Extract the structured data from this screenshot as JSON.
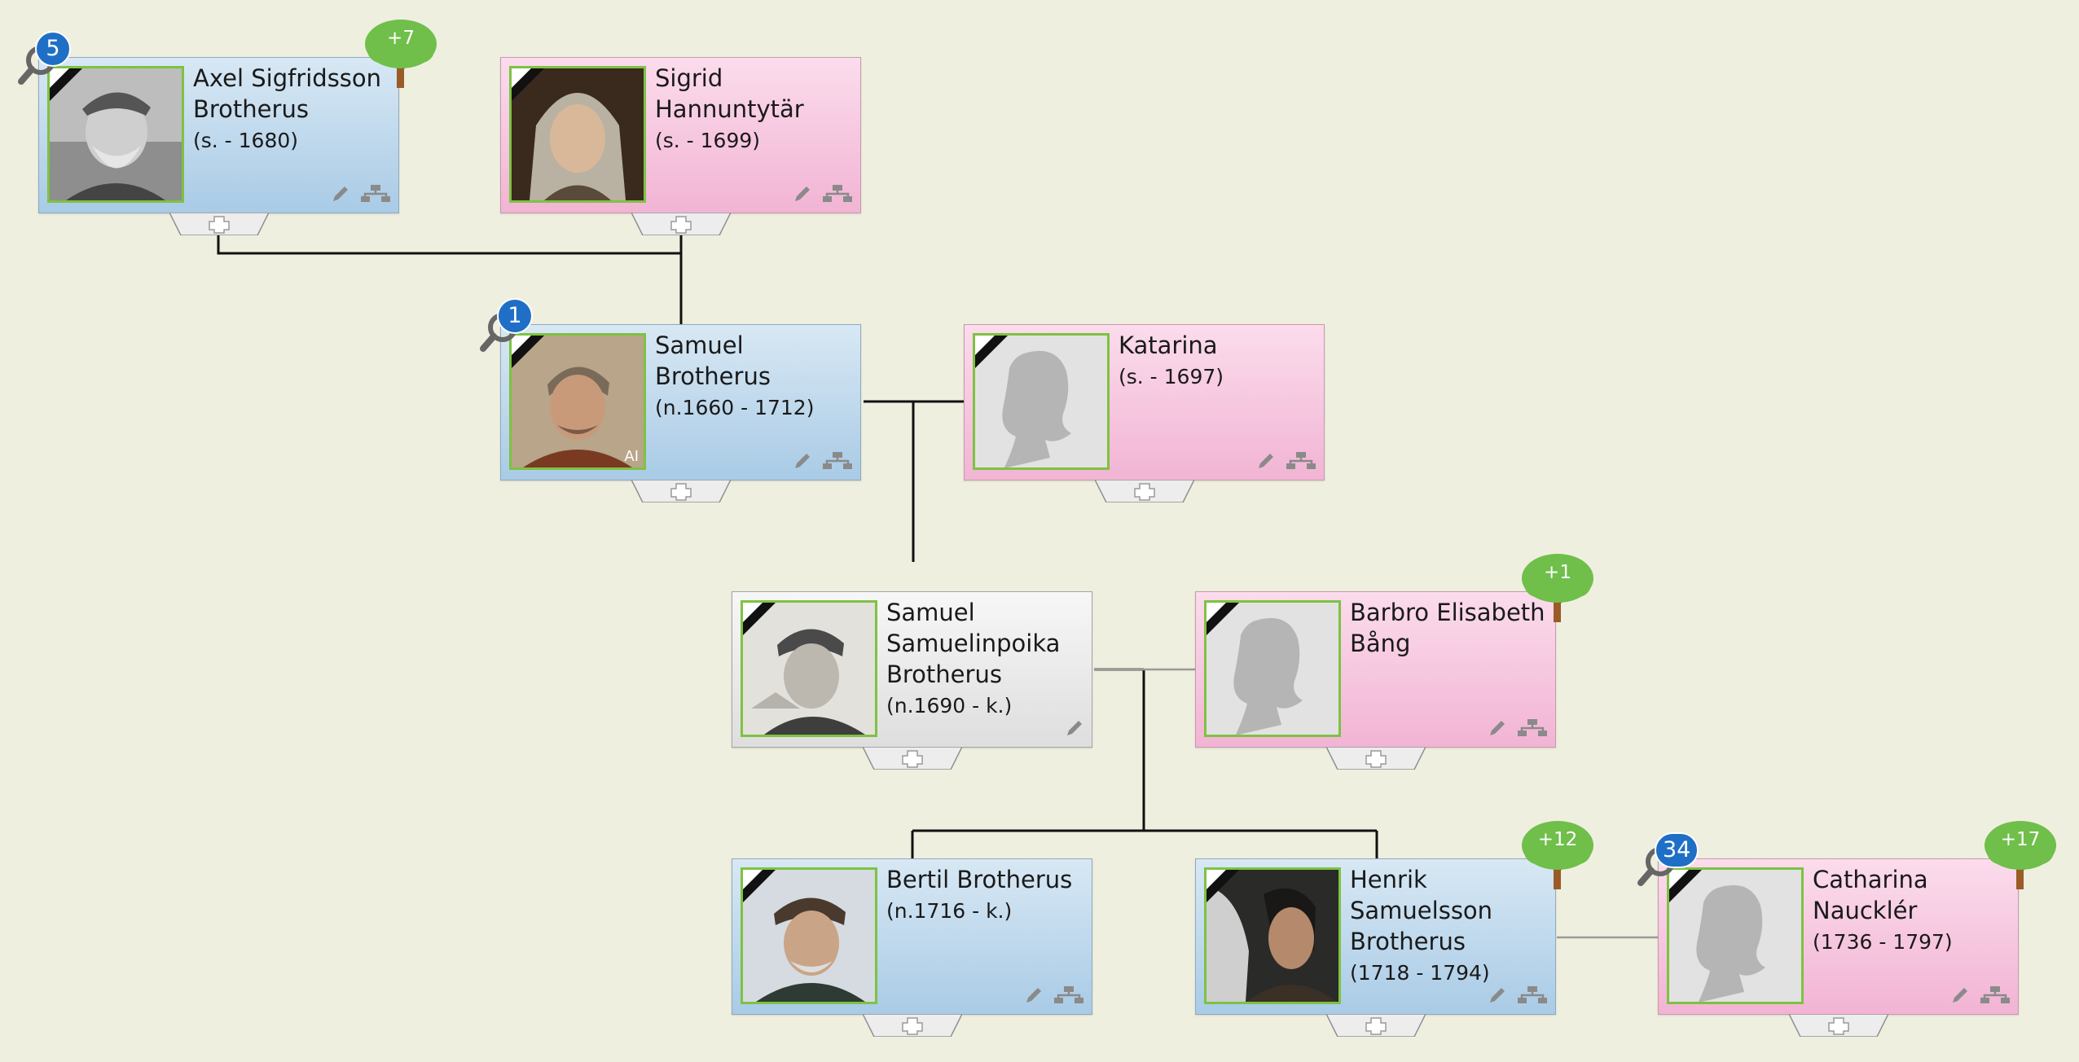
{
  "people": [
    {
      "id": "axel",
      "name_lines": [
        "Axel Sigfridsson",
        "Brotherus"
      ],
      "dates": "(s. - 1680)",
      "search_count": "5",
      "tree_count": "+7"
    },
    {
      "id": "sigrid",
      "name_lines": [
        "Sigrid",
        "Hannuntytär"
      ],
      "dates": "(s. - 1699)"
    },
    {
      "id": "samuel",
      "name_lines": [
        "Samuel",
        "Brotherus"
      ],
      "dates": "(n.1660 - 1712)",
      "search_count": "1",
      "ai_label": "AI"
    },
    {
      "id": "katarina",
      "name_lines": [
        "Katarina"
      ],
      "dates": "(s. - 1697)"
    },
    {
      "id": "samuel2",
      "name_lines": [
        "Samuel",
        "Samuelinpoika",
        "Brotherus"
      ],
      "dates": "(n.1690 -  k.)"
    },
    {
      "id": "barbro",
      "name_lines": [
        "Barbro Elisabeth",
        "Bång"
      ],
      "dates": "",
      "tree_count": "+1"
    },
    {
      "id": "bertil",
      "name_lines": [
        "Bertil Brotherus"
      ],
      "dates": "(n.1716 -  k.)"
    },
    {
      "id": "henrik",
      "name_lines": [
        "Henrik",
        "Samuelsson",
        "Brotherus"
      ],
      "dates": "(1718 - 1794)",
      "tree_count": "+12"
    },
    {
      "id": "catharina",
      "name_lines": [
        "Catharina",
        "Naucklér"
      ],
      "dates": "(1736 - 1797)",
      "search_count": "34",
      "tree_count": "+17"
    }
  ],
  "icons": {
    "edit": "pencil-icon",
    "tree": "family-tree-icon",
    "add": "plus-icon",
    "search": "magnifier-icon",
    "deceased": "mourning-ribbon-icon"
  },
  "colors": {
    "background": "#efefdf",
    "male_card": "#bcd8ee",
    "female_card": "#f7c6e0",
    "neutral_card": "#e8e8e8",
    "photo_border": "#7ec242",
    "search_badge": "#1f6fc6",
    "tree_badge": "#6fbf4a"
  }
}
